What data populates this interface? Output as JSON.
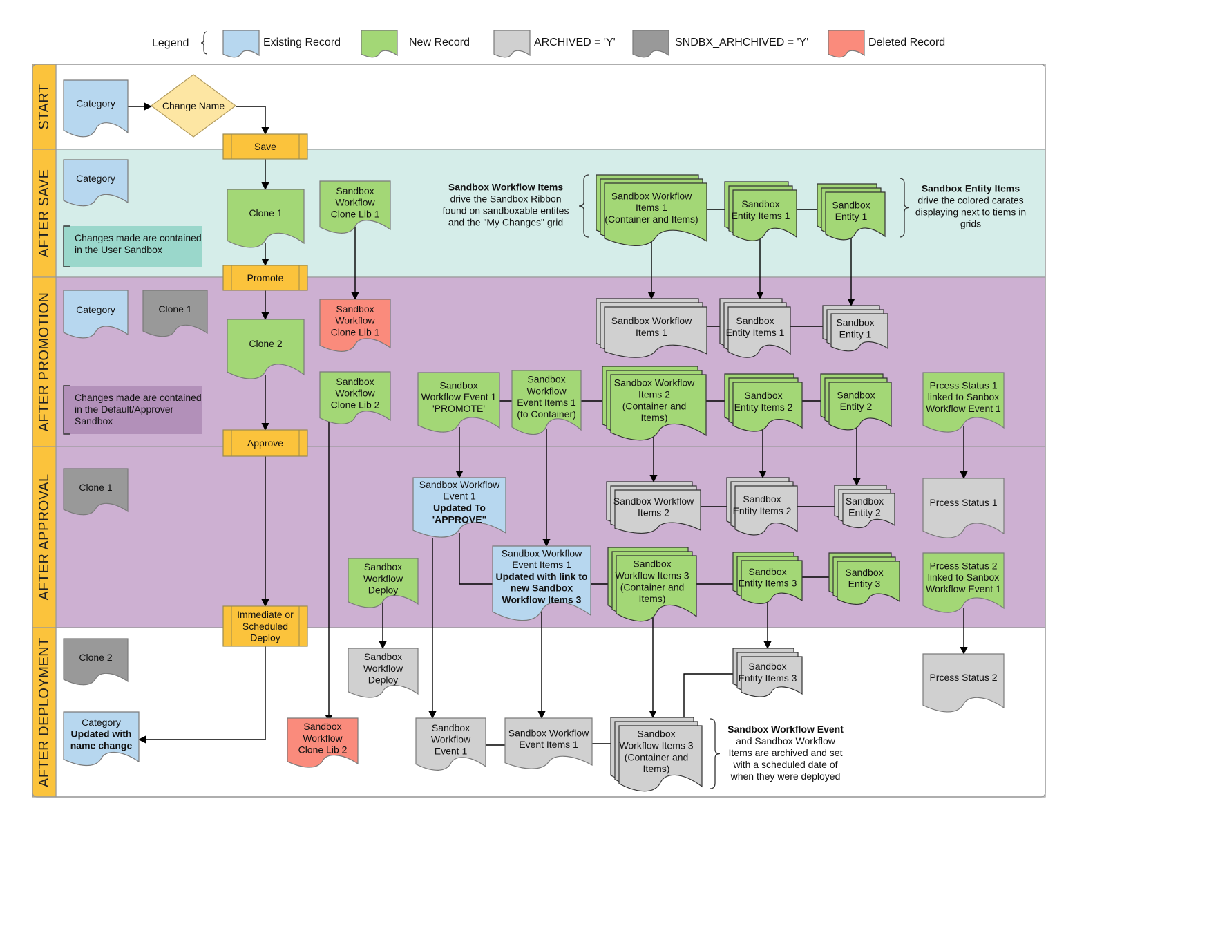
{
  "legend": {
    "title": "Legend",
    "items": [
      {
        "key": "existing",
        "label": "Existing Record"
      },
      {
        "key": "new",
        "label": "New Record"
      },
      {
        "key": "archived",
        "label": "ARCHIVED = 'Y'"
      },
      {
        "key": "sandbox_archived",
        "label": "SNDBX_ARHCHIVED = 'Y'"
      },
      {
        "key": "deleted",
        "label": "Deleted Record"
      }
    ]
  },
  "colors": {
    "existing": "#b7d7ef",
    "new": "#a3d776",
    "archived": "#d0d0d0",
    "sandbox_archived": "#999999",
    "deleted": "#fa8b7c",
    "process": "#fbc33c",
    "decision": "#fde6a3",
    "lane_label": "#fbc33c",
    "lane_after_save": "#d5ede9",
    "lane_promotion": "#cdb0d2",
    "note_user": "#9ad7cb",
    "note_default": "#b290b9",
    "stroke": "#7a7a7a"
  },
  "lanes": [
    {
      "key": "start",
      "label": "START"
    },
    {
      "key": "after_save",
      "label": "AFTER SAVE"
    },
    {
      "key": "after_promotion",
      "label": "AFTER PROMOTION"
    },
    {
      "key": "after_approval",
      "label": "AFTER APPROVAL"
    },
    {
      "key": "after_deployment",
      "label": "AFTER DEPLOYMENT"
    }
  ],
  "nodes": {
    "cat_start": {
      "lines": [
        "Category"
      ]
    },
    "change_name": {
      "lines": [
        "Change Name"
      ]
    },
    "save": {
      "lines": [
        "Save"
      ]
    },
    "cat_save": {
      "lines": [
        "Category"
      ]
    },
    "clone1": {
      "lines": [
        "Clone 1"
      ]
    },
    "swclonelib1": {
      "lines": [
        "Sandbox",
        "Workflow",
        "Clone Lib 1"
      ]
    },
    "swi1": {
      "lines": [
        "Sandbox Workflow",
        "Items 1",
        "(Container and Items)"
      ]
    },
    "sei1": {
      "lines": [
        "Sandbox",
        "Entity Items 1"
      ]
    },
    "se1": {
      "lines": [
        "Sandbox",
        "Entity 1"
      ]
    },
    "promote": {
      "lines": [
        "Promote"
      ]
    },
    "cat_promo": {
      "lines": [
        "Category"
      ]
    },
    "clone1_arch": {
      "lines": [
        "Clone 1"
      ]
    },
    "clone2": {
      "lines": [
        "Clone 2"
      ]
    },
    "swclonelib1_del": {
      "lines": [
        "Sandbox",
        "Workflow",
        "Clone Lib 1"
      ]
    },
    "swi1_arch": {
      "lines": [
        "Sandbox Workflow",
        "Items 1"
      ]
    },
    "sei1_arch": {
      "lines": [
        "Sandbox",
        "Entity Items 1"
      ]
    },
    "se1_arch": {
      "lines": [
        "Sandbox",
        "Entity 1"
      ]
    },
    "swclonelib2": {
      "lines": [
        "Sandbox",
        "Workflow",
        "Clone Lib 2"
      ]
    },
    "swe1": {
      "lines": [
        "Sandbox",
        "Workflow Event 1",
        "'PROMOTE'"
      ]
    },
    "swei1": {
      "lines": [
        "Sandbox",
        "Workflow",
        "Event Items 1",
        "(to Container)"
      ]
    },
    "swi2": {
      "lines": [
        "Sandbox Workflow",
        "Items 2",
        "(Container and",
        "Items)"
      ]
    },
    "sei2": {
      "lines": [
        "Sandbox",
        "Entity Items 2"
      ]
    },
    "se2": {
      "lines": [
        "Sandbox",
        "Entity 2"
      ]
    },
    "ps1_new": {
      "lines": [
        "Prcess Status 1",
        "linked to Sanbox",
        "Workflow Event 1"
      ]
    },
    "approve": {
      "lines": [
        "Approve"
      ]
    },
    "clone1_sarch": {
      "lines": [
        "Clone 1"
      ]
    },
    "swe1_upd": {
      "lines": [
        "Sandbox Workflow",
        "Event 1",
        "Updated To",
        "'APPROVE\""
      ]
    },
    "swi2_arch": {
      "lines": [
        "Sandbox Workflow",
        "Items 2"
      ]
    },
    "sei2_arch": {
      "lines": [
        "Sandbox",
        "Entity Items 2"
      ]
    },
    "se2_arch": {
      "lines": [
        "Sandbox",
        "Entity 2"
      ]
    },
    "ps1_arch": {
      "lines": [
        "Prcess Status 1"
      ]
    },
    "swdeploy": {
      "lines": [
        "Sandbox",
        "Workflow",
        "Deploy"
      ]
    },
    "swei1_upd": {
      "lines": [
        "Sandbox Workflow",
        "Event Items 1",
        "Updated with link to",
        "new Sandbox",
        "Workflow Items 3"
      ]
    },
    "swi3": {
      "lines": [
        "Sandbox",
        "Workflow Items 3",
        "(Container and",
        "Items)"
      ]
    },
    "sei3": {
      "lines": [
        "Sandbox",
        "Entity Items 3"
      ]
    },
    "se3": {
      "lines": [
        "Sandbox",
        "Entity 3"
      ]
    },
    "ps2_new": {
      "lines": [
        "Prcess Status 2",
        "linked to Sanbox",
        "Workflow Event 1"
      ]
    },
    "deploy": {
      "lines": [
        "Immediate or",
        "Scheduled",
        "Deploy"
      ]
    },
    "clone2_sarch": {
      "lines": [
        "Clone 2"
      ]
    },
    "swdeploy_arch": {
      "lines": [
        "Sandbox",
        "Workflow",
        "Deploy"
      ]
    },
    "sei3_arch": {
      "lines": [
        "Sandbox",
        "Entity Items 3"
      ]
    },
    "ps2_arch": {
      "lines": [
        "Prcess Status 2"
      ]
    },
    "cat_final": {
      "lines": [
        "Category",
        "Updated with",
        "name change"
      ]
    },
    "swclonelib2_del": {
      "lines": [
        "Sandbox",
        "Workflow",
        "Clone Lib 2"
      ]
    },
    "swe1_arch": {
      "lines": [
        "Sandbox",
        "Workflow",
        "Event 1"
      ]
    },
    "swei1_arch": {
      "lines": [
        "Sandbox Workflow",
        "Event Items 1"
      ]
    },
    "swi3_arch": {
      "lines": [
        "Sandbox",
        "Workflow Items 3",
        "(Container and",
        "Items)"
      ]
    }
  },
  "notes": {
    "user_sandbox": {
      "lines": [
        "Changes made are contained",
        "in the User Sandbox"
      ]
    },
    "default_sandbox": {
      "lines": [
        "Changes made are contained",
        "in the Default/Approver",
        "Sandbox"
      ]
    }
  },
  "annotations": {
    "sw_items": {
      "lines": [
        "Sandbox Workflow Items",
        "drive the Sandbox Ribbon",
        "found on sandboxable entites",
        "and the \"My Changes\" grid"
      ]
    },
    "entity_items": {
      "lines": [
        "Sandbox Entity Items",
        "drive the colored carates",
        "displaying next to tiems in",
        "grids"
      ]
    },
    "archived_note": {
      "lines": [
        "Sandbox Workflow Event",
        "and Sandbox Workflow",
        "Items are archived and set",
        "with a scheduled date of",
        "when they were deployed"
      ]
    }
  }
}
